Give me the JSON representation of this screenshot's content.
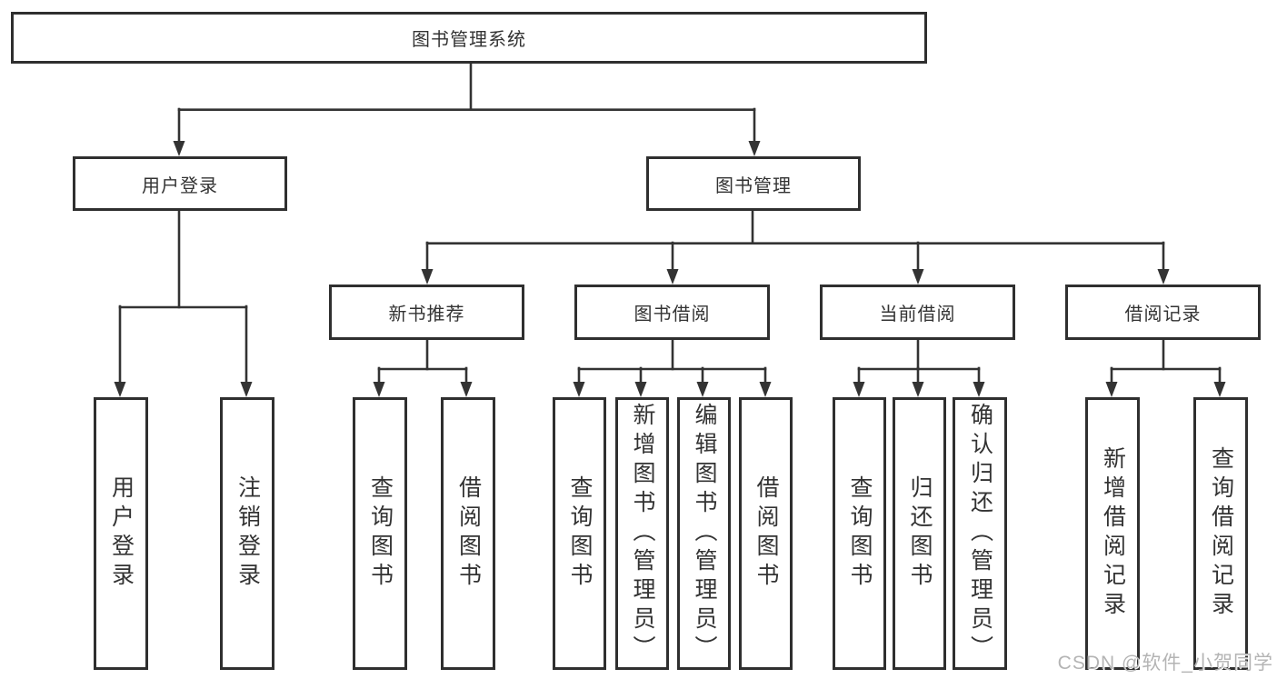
{
  "colors": {
    "background": "#ffffff",
    "box_fill": "#ffffff",
    "box_border": "#2f2f2f",
    "connector": "#333333",
    "text": "#333333",
    "watermark": "#b4b4b4",
    "watermark_accent": "#e8a0ac"
  },
  "root": {
    "label": "图书管理系统"
  },
  "level1": {
    "user_login": {
      "label": "用户登录"
    },
    "book_mgmt": {
      "label": "图书管理"
    }
  },
  "level2": {
    "new_book_rec": {
      "label": "新书推荐"
    },
    "book_borrow": {
      "label": "图书借阅"
    },
    "current_borrow": {
      "label": "当前借阅"
    },
    "borrow_records": {
      "label": "借阅记录"
    }
  },
  "leaves": {
    "user_login": {
      "label": "用户登录"
    },
    "logout": {
      "label": "注销登录"
    },
    "nbr_query_book": {
      "label": "查询图书"
    },
    "nbr_borrow_book": {
      "label": "借阅图书"
    },
    "bb_query_book": {
      "label": "查询图书"
    },
    "bb_add_book": {
      "label": "新增图书（管理员）"
    },
    "bb_edit_book": {
      "label": "编辑图书（管理员）"
    },
    "bb_borrow_book": {
      "label": "借阅图书"
    },
    "cb_query_book": {
      "label": "查询图书"
    },
    "cb_return_book": {
      "label": "归还图书"
    },
    "cb_confirm_return": {
      "label": "确认归还（管理员）"
    },
    "br_add_record": {
      "label": "新增借阅记录"
    },
    "br_query_record": {
      "label": "查询借阅记录"
    }
  },
  "watermark": {
    "text": "CSDN @软件_小贺同学"
  }
}
